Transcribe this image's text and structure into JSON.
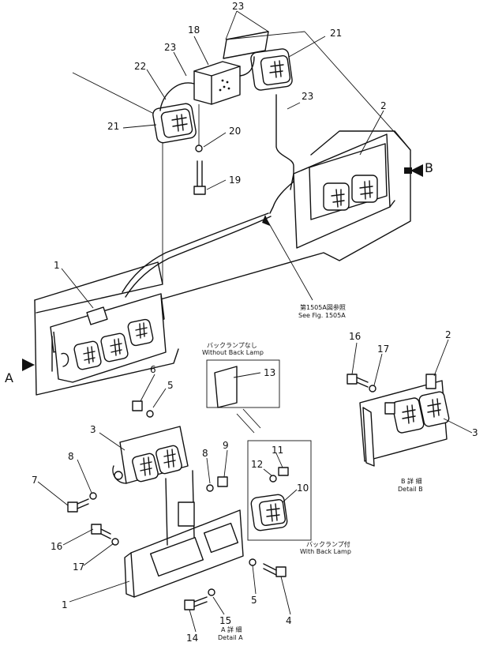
{
  "views": {
    "main_arrow_a": "A",
    "main_arrow_b": "B"
  },
  "references": {
    "see_fig_jp": "第1505A図参照",
    "see_fig_en": "See Fig. 1505A"
  },
  "notes": {
    "without_back_lamp_jp": "バックランプなし",
    "without_back_lamp_en": "Without Back Lamp",
    "with_back_lamp_jp": "バックランプ付",
    "with_back_lamp_en": "With Back Lamp"
  },
  "details": {
    "a_jp": "A 詳 細",
    "a_en": "Detail A",
    "b_jp": "B 詳 細",
    "b_en": "Detail B"
  },
  "callouts": {
    "c23a": "23",
    "c18": "18",
    "c23b": "23",
    "c21a": "21",
    "c22": "22",
    "c23c": "23",
    "c21b": "21",
    "c20": "20",
    "c19": "19",
    "c2a": "2",
    "c1a": "1",
    "c16a": "16",
    "c17a": "17",
    "c2b": "2",
    "c13": "13",
    "c3b": "3",
    "c6": "6",
    "c5a": "5",
    "c3a": "3",
    "c8a": "8",
    "c8b": "8",
    "c9": "9",
    "c11": "11",
    "c12": "12",
    "c7": "7",
    "c10": "10",
    "c16b": "16",
    "c17b": "17",
    "c1b": "1",
    "c5b": "5",
    "c4": "4",
    "c15": "15",
    "c14": "14"
  }
}
